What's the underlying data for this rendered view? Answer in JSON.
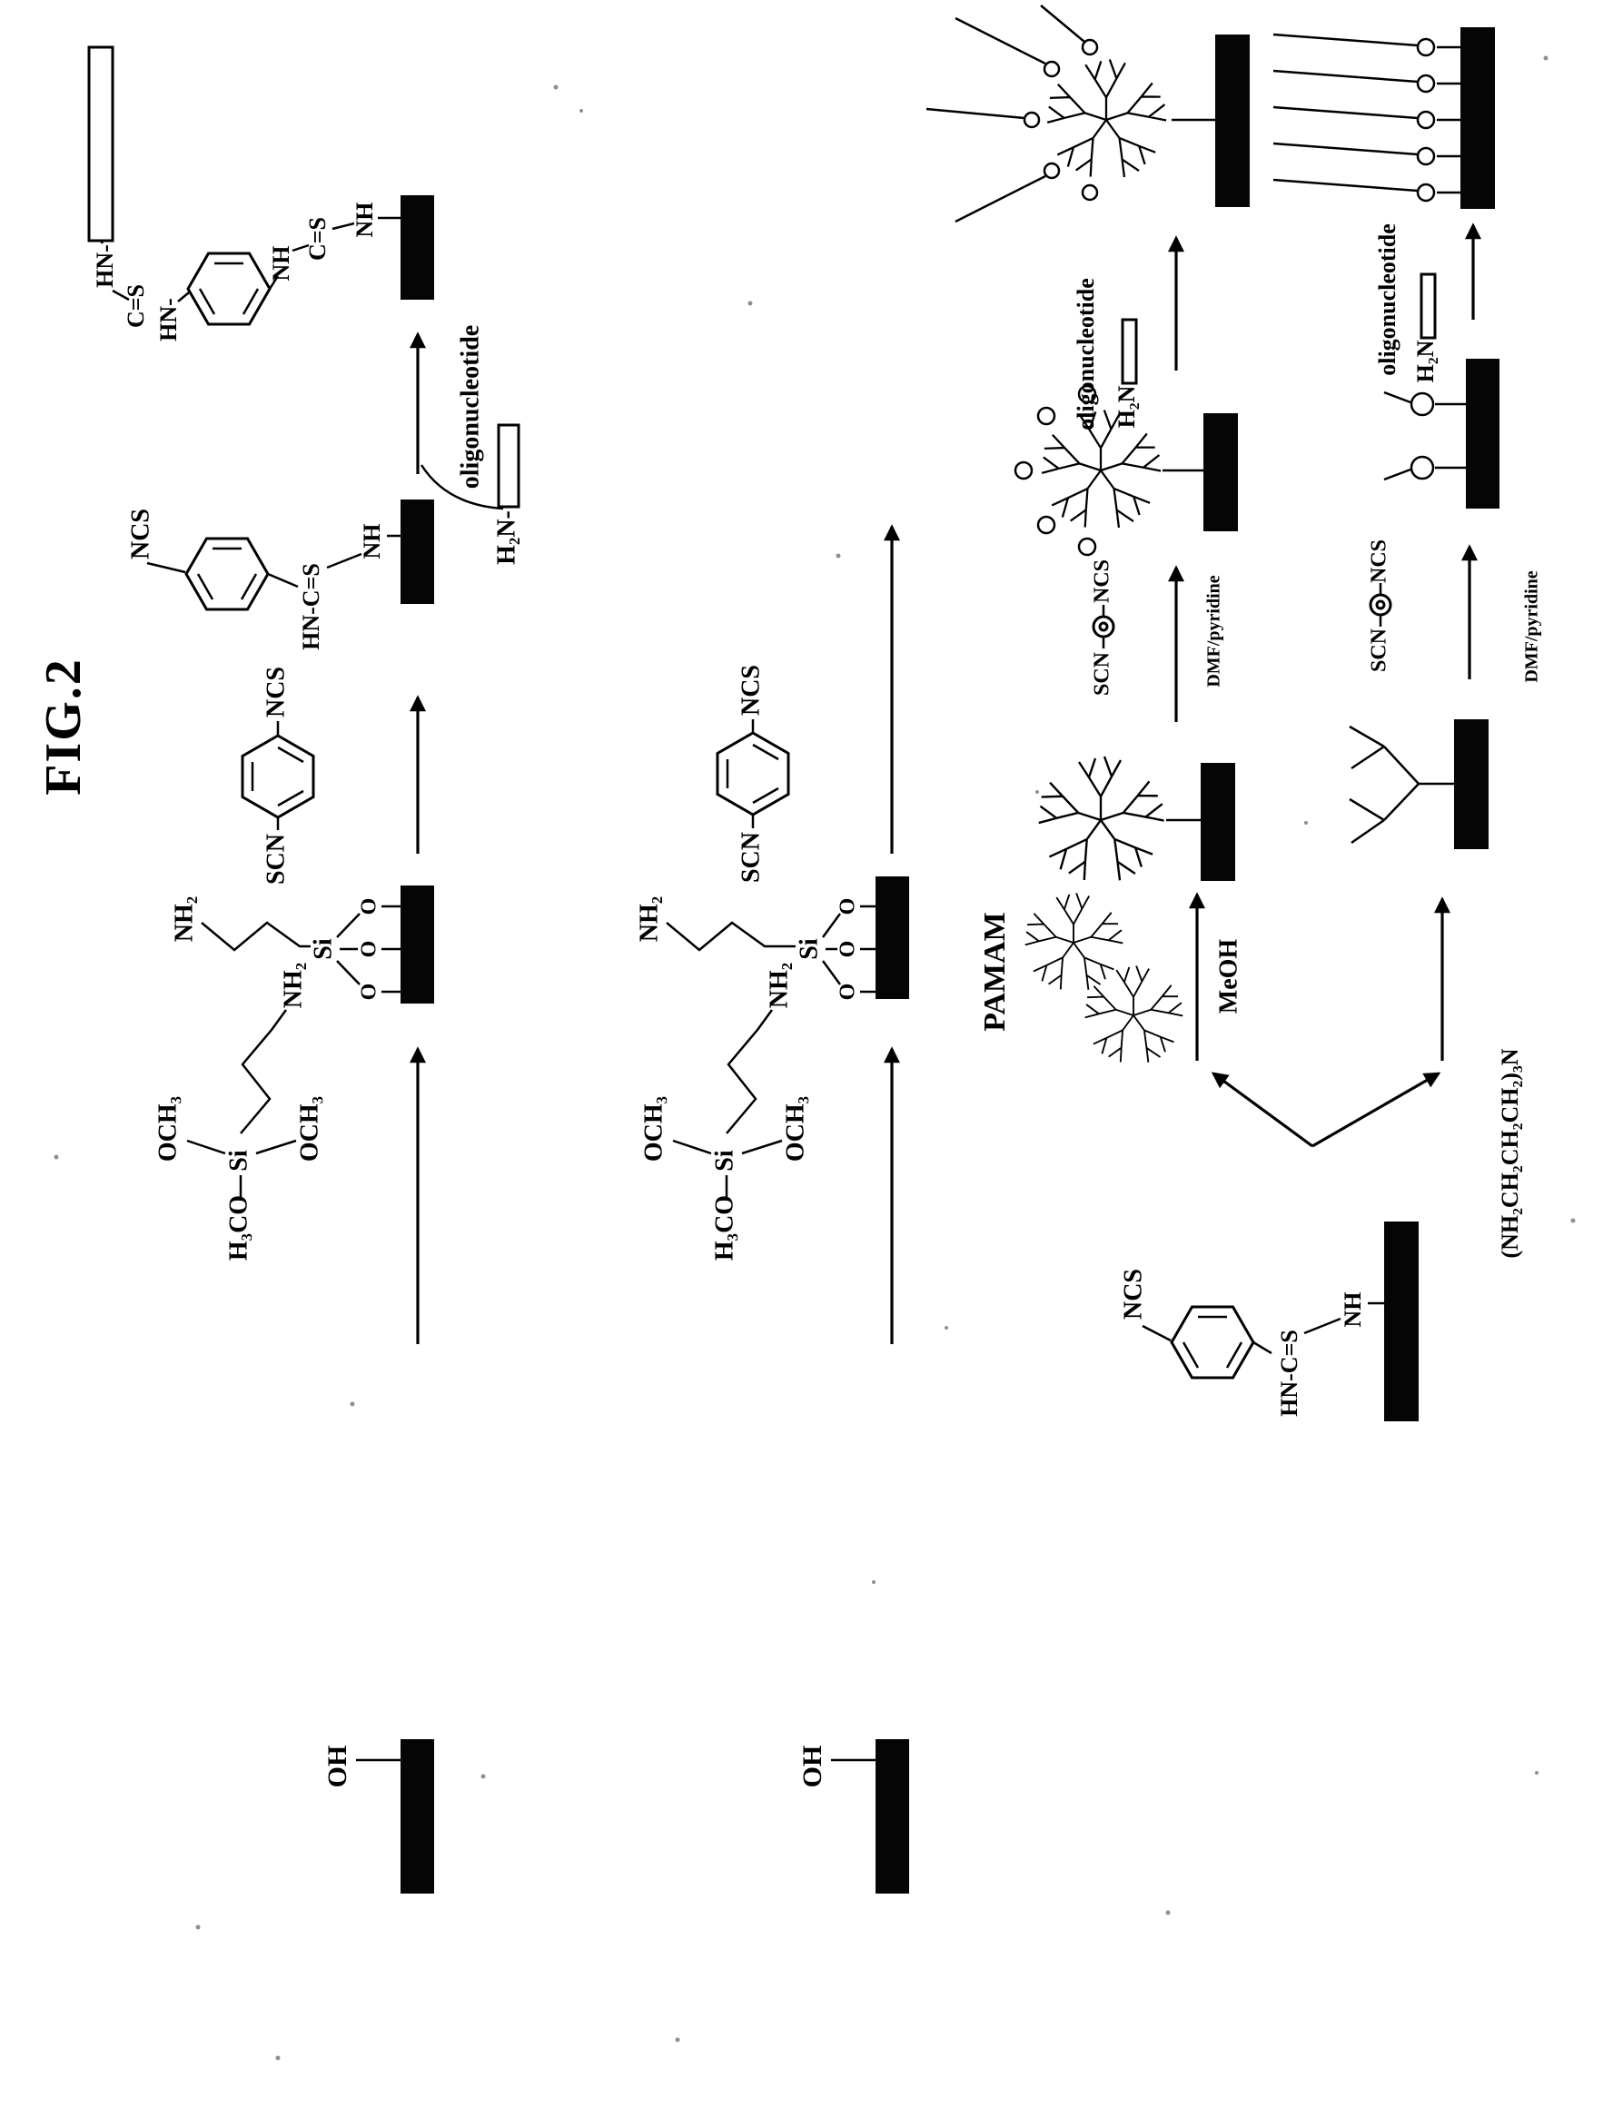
{
  "figure": {
    "title": "FIG.2"
  },
  "scheme1": {
    "start": {
      "oh": "OH"
    },
    "silane": {
      "och3_left": "OCH₃",
      "si": "Si",
      "och3_right": "OCH₃",
      "h3co": "H₃CO",
      "nh2": "NH₂"
    },
    "amino_surface": {
      "nh2": "NH₂",
      "si": "Si",
      "o_top": "O",
      "o_mid": "O",
      "o_bot": "O"
    },
    "ditc": {
      "ncs": "NCS",
      "scn": "SCN"
    },
    "ncs_surface": {
      "ncs": "NCS",
      "thiourea": "HN-C=S",
      "nh": "NH"
    },
    "oligo_step": {
      "amine": "H₂N-",
      "label": "oligonucleotide"
    },
    "product": {
      "hn1": "HN-",
      "cs1": "C=S",
      "hn2": "HN-",
      "nh1": "NH",
      "cs2": "C=S",
      "nh2": "NH"
    }
  },
  "scheme2": {
    "start": {
      "oh": "OH"
    },
    "silane": {
      "och3_left": "OCH₃",
      "si": "Si",
      "och3_right": "OCH₃",
      "h3co": "H₃CO",
      "nh2": "NH₂"
    },
    "amino_surface": {
      "nh2": "NH₂",
      "si": "Si",
      "o_top": "O",
      "o_mid": "O",
      "o_bot": "O"
    },
    "ditc": {
      "ncs": "NCS",
      "scn": "SCN"
    }
  },
  "scheme3": {
    "start": {
      "ncs": "NCS",
      "thiourea": "HN-C=S",
      "nh": "NH"
    },
    "pamam_path": {
      "pamam": "PAMAM",
      "meoh": "MeOH",
      "ditc": {
        "ncs": "NCS",
        "scn": "SCN",
        "solvent": "DMF/pyridine"
      },
      "oligo": {
        "amine": "H₂N",
        "label": "oligonucleotide"
      }
    },
    "triamine_path": {
      "reagent": "(NH₂CH₂CH₂CH₂)₃N",
      "ditc": {
        "ncs": "NCS",
        "scn": "SCN",
        "solvent": "DMF/pyridine"
      },
      "oligo": {
        "amine": "H₂N",
        "label": "oligonucleotide"
      }
    }
  }
}
